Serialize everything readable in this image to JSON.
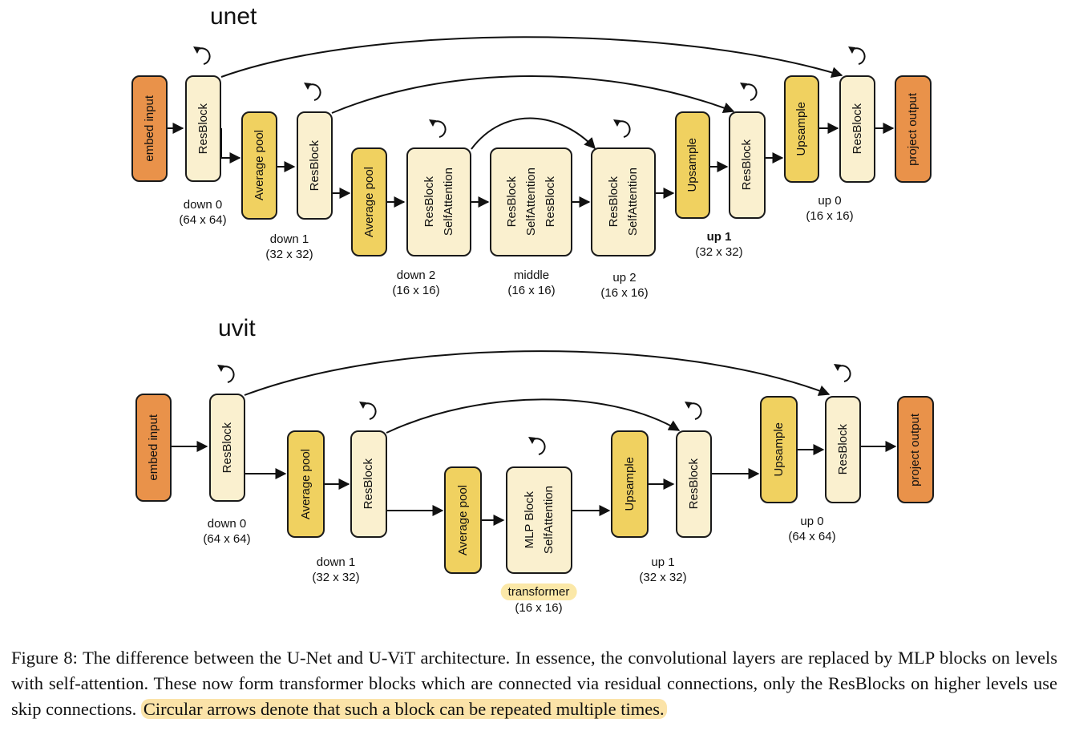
{
  "unet": {
    "title": "unet",
    "blocks": {
      "embed": "embed input",
      "res_d0": "ResBlock",
      "pool_d1": "Average pool",
      "res_d1": "ResBlock",
      "pool_d2": "Average pool",
      "d2_res": "ResBlock",
      "d2_att": "SelfAttention",
      "mid_res1": "ResBlock",
      "mid_att": "SelfAttention",
      "mid_res2": "ResBlock",
      "u2_res": "ResBlock",
      "u2_att": "SelfAttention",
      "ups_u1": "Upsample",
      "res_u1": "ResBlock",
      "ups_u0": "Upsample",
      "res_u0": "ResBlock",
      "proj": "project output"
    },
    "levels": {
      "down0": {
        "name": "down 0",
        "size": "(64 x 64)"
      },
      "down1": {
        "name": "down 1",
        "size": "(32 x 32)"
      },
      "down2": {
        "name": "down 2",
        "size": "(16 x 16)"
      },
      "middle": {
        "name": "middle",
        "size": "(16 x 16)"
      },
      "up2": {
        "name": "up 2",
        "size": "(16 x 16)"
      },
      "up1": {
        "name": "up 1",
        "size": "(32 x 32)"
      },
      "up0": {
        "name": "up 0",
        "size": "(16 x 16)"
      }
    }
  },
  "uvit": {
    "title": "uvit",
    "blocks": {
      "embed": "embed input",
      "res_d0": "ResBlock",
      "pool_d1": "Average pool",
      "res_d1": "ResBlock",
      "pool_t": "Average pool",
      "t_mlp": "MLP Block",
      "t_att": "SelfAttention",
      "ups_u1": "Upsample",
      "res_u1": "ResBlock",
      "ups_u0": "Upsample",
      "res_u0": "ResBlock",
      "proj": "project output"
    },
    "levels": {
      "down0": {
        "name": "down 0",
        "size": "(64 x 64)"
      },
      "down1": {
        "name": "down 1",
        "size": "(32 x 32)"
      },
      "transformer": {
        "name": "transformer",
        "size": "(16 x 16)"
      },
      "up1": {
        "name": "up 1",
        "size": "(32 x 32)"
      },
      "up0": {
        "name": "up 0",
        "size": "(64 x 64)"
      }
    }
  },
  "caption": {
    "text": "Figure 8: The difference between the U-Net and U-ViT architecture. In essence, the convolutional layers are replaced by MLP blocks on levels with self-attention. These now form transformer blocks which are connected via residual connections, only the ResBlocks on higher levels use skip connections. ",
    "highlight": "Circular arrows denote that such a block can be repeated multiple times."
  },
  "colors": {
    "io_block": "#e9924a",
    "pool_upsample_block": "#f0d160",
    "res_attention_block": "#faf0cf",
    "highlight": "#fbe3a8"
  }
}
